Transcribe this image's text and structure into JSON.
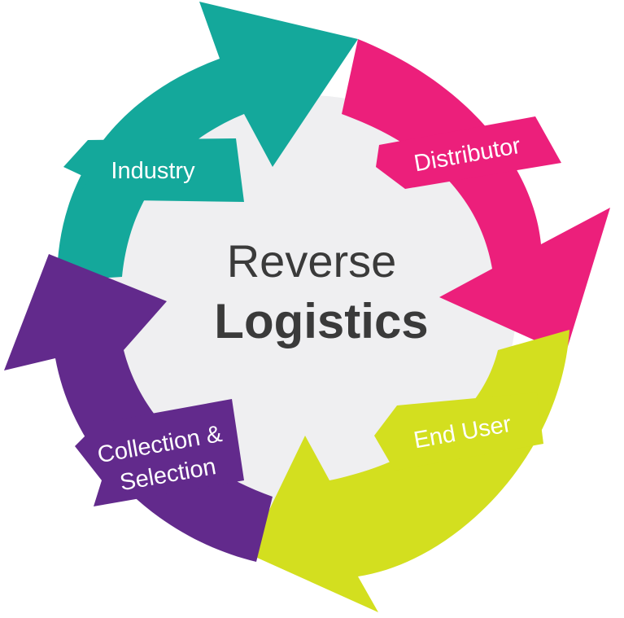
{
  "title": {
    "line1": "Reverse",
    "line2": "Logistics"
  },
  "segments": [
    {
      "id": "industry",
      "label": "Industry",
      "color": "#14a89b"
    },
    {
      "id": "distributor",
      "label": "Distributor",
      "color": "#ec1f7b"
    },
    {
      "id": "end-user",
      "label": "End User",
      "color": "#d3df1f"
    },
    {
      "id": "collection",
      "label_line1": "Collection &",
      "label_line2": "Selection",
      "color": "#622a8c"
    }
  ],
  "center_color": "#efeff1"
}
